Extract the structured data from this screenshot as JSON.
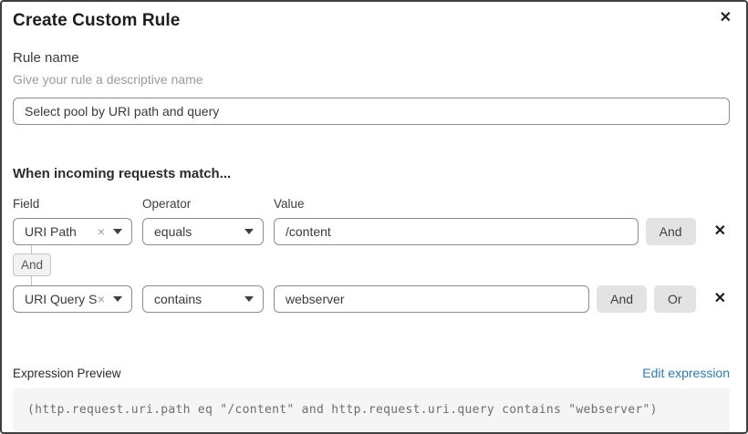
{
  "dialog": {
    "title": "Create Custom Rule"
  },
  "icons": {
    "close": "✕",
    "clear_select": "×",
    "remove_row": "✕"
  },
  "rule_name": {
    "label": "Rule name",
    "helper": "Give your rule a descriptive name",
    "value": "Select pool by URI path and query"
  },
  "match_section": {
    "heading": "When incoming requests match...",
    "columns": {
      "field": "Field",
      "operator": "Operator",
      "value": "Value"
    },
    "rows": [
      {
        "field": "URI Path",
        "operator": "equals",
        "value": "/content",
        "buttons": [
          "And"
        ]
      },
      {
        "field": "URI Query St...",
        "operator": "contains",
        "value": "webserver",
        "buttons": [
          "And",
          "Or"
        ]
      }
    ],
    "connector": "And"
  },
  "expression": {
    "label": "Expression Preview",
    "edit_link": "Edit expression",
    "code": "(http.request.uri.path eq \"/content\" and http.request.uri.query contains \"webserver\")"
  },
  "colors": {
    "link_blue": "#2e7cb5",
    "input_border": "#8d8d8d",
    "button_bg": "#e3e3e3",
    "code_bg": "#f5f5f5",
    "dialog_border": "#3f3f3f",
    "connector_border": "#c4c4c4"
  }
}
